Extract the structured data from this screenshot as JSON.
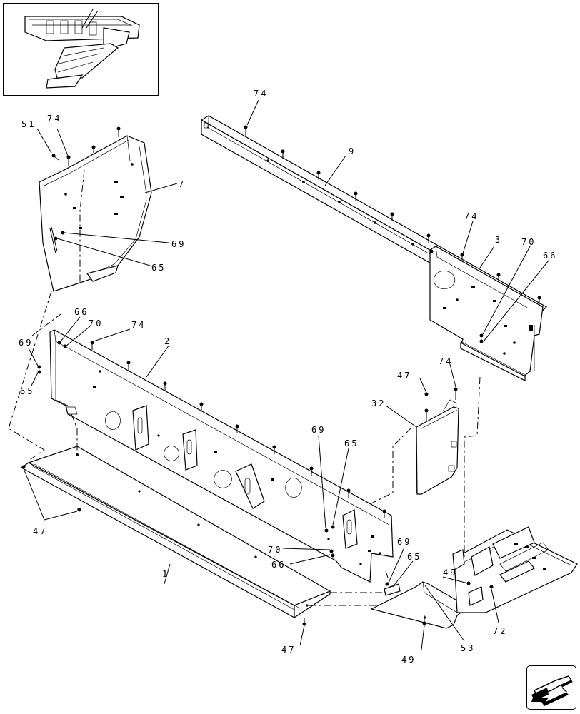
{
  "callouts": {
    "c51": "51",
    "c74a": "74",
    "c7": "7",
    "c69a": "69",
    "c65a": "65",
    "c74b": "74",
    "c9": "9",
    "c74c": "74",
    "c3": "3",
    "c70a": "70",
    "c66a": "66",
    "c66b": "66",
    "c70b": "70",
    "c74d": "74",
    "c2": "2",
    "c69b": "69",
    "c65b": "65",
    "c47a": "47",
    "c74e": "74",
    "c32": "32",
    "c69c": "69",
    "c65c": "65",
    "c47b": "47",
    "c70c": "70",
    "c66c": "66",
    "c1": "1",
    "c69d": "69",
    "c65d": "65",
    "c49a": "49",
    "c47c": "47",
    "c49b": "49",
    "c53": "53",
    "c72": "72"
  },
  "icons": {
    "thumbnail": "assembly-overview-icon",
    "navigation": "arrow-icon"
  }
}
